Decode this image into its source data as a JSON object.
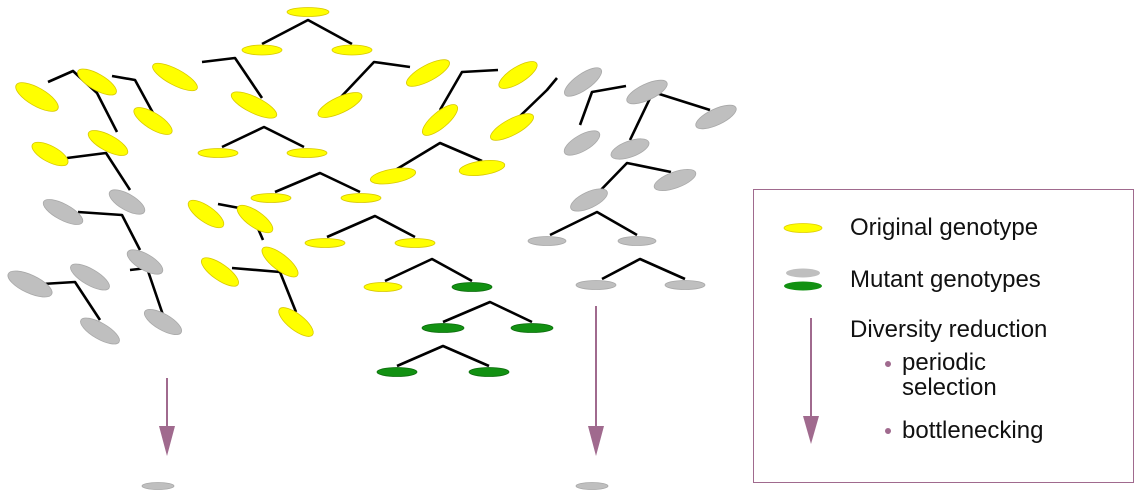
{
  "colors": {
    "original": "#ffff00",
    "mutant_grey": "#bfbfbf",
    "mutant_green": "#129112",
    "arrow": "#a06a8e",
    "branch": "#000000"
  },
  "legend": {
    "original_label": "Original genotype",
    "mutant_label": "Mutant genotypes",
    "reduction_label": "Diversity reduction",
    "mechanisms": [
      "periodic selection",
      "bottlenecking"
    ]
  }
}
